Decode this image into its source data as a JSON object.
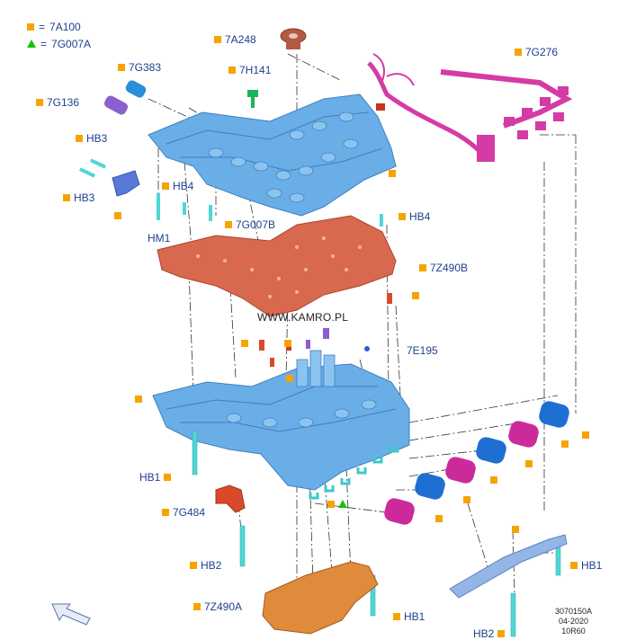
{
  "legend": [
    {
      "marker": "square",
      "code": "7A100"
    },
    {
      "marker": "triangle",
      "code": "7G007A"
    }
  ],
  "labels": {
    "7A248": "7A248",
    "7G383": "7G383",
    "7H141": "7H141",
    "7G276": "7G276",
    "7G136": "7G136",
    "HB3_top": "HB3",
    "HB3_mid": "HB3",
    "HB4_left": "HB4",
    "HM1": "HM1",
    "7G007B": "7G007B",
    "HB4_right": "HB4",
    "7Z490B": "7Z490B",
    "7E195": "7E195",
    "HB1_left": "HB1",
    "7G484": "7G484",
    "HB2_left": "HB2",
    "7Z490A": "7Z490A",
    "HB1_bottom": "HB1",
    "HB1_right": "HB1",
    "HB2_bottom": "HB2"
  },
  "watermark": "WWW.KAMRO.PL",
  "reference": {
    "id": "3070150A",
    "date": "04-2020",
    "code": "10R60"
  },
  "colors": {
    "label": "#1f3f8f",
    "square_marker": "#f5a400",
    "triangle_marker": "#17c20f",
    "valve_body": "#6aaee8",
    "gasket": "#d9694e",
    "harness": "#d43ba6",
    "solenoid_blue": "#1e6fd1",
    "solenoid_magenta": "#cc2a9a",
    "bolt": "#4fd6d6",
    "filter": "#e08a3c",
    "bracket": "#93b6e6"
  },
  "icons": [
    "arrow-icon"
  ]
}
